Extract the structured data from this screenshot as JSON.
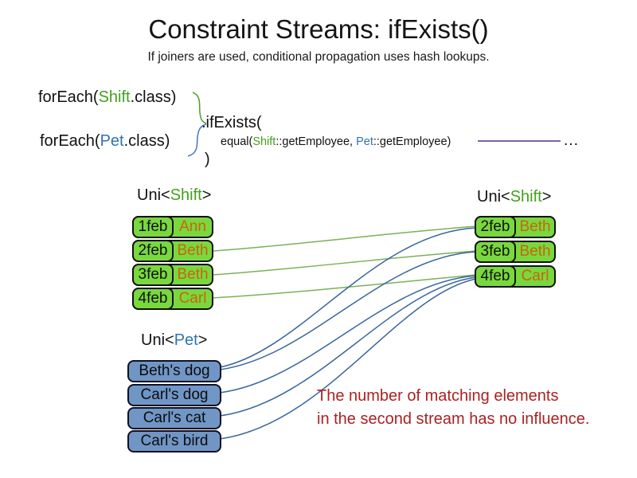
{
  "title": "Constraint Streams: ifExists()",
  "subtitle": "If joiners are used, conditional propagation uses hash lookups.",
  "code": {
    "foreach_shift": {
      "pre": "forEach(",
      "cls": "Shift",
      "post": ".class)"
    },
    "foreach_pet": {
      "pre": "forEach(",
      "cls": "Pet",
      "post": ".class)"
    },
    "if_exists": ".ifExists(",
    "equal": {
      "pre": "equal(",
      "shift_cls": "Shift",
      "mid": "::getEmployee, ",
      "pet_cls": "Pet",
      "post": "::getEmployee)"
    },
    "close_paren": ")",
    "ellipsis": "…"
  },
  "left_shift_table": {
    "label": {
      "pre": "Uni<",
      "cls": "Shift",
      "post": ">"
    },
    "rows": [
      {
        "date": "1feb",
        "name": "Ann"
      },
      {
        "date": "2feb",
        "name": "Beth"
      },
      {
        "date": "3feb",
        "name": "Beth"
      },
      {
        "date": "4feb",
        "name": "Carl"
      }
    ]
  },
  "right_shift_table": {
    "label": {
      "pre": "Uni<",
      "cls": "Shift",
      "post": ">"
    },
    "rows": [
      {
        "date": "2feb",
        "name": "Beth"
      },
      {
        "date": "3feb",
        "name": "Beth"
      },
      {
        "date": "4feb",
        "name": "Carl"
      }
    ]
  },
  "pet_list": {
    "label": {
      "pre": "Uni<",
      "cls": "Pet",
      "post": ">"
    },
    "items": [
      "Beth's dog",
      "Carl's dog",
      "Carl's cat",
      "Carl's bird"
    ]
  },
  "note": {
    "line1": "The number of matching elements",
    "line2": "in the second stream has no influence."
  },
  "colors": {
    "shift_box_green": "#79d83d",
    "shift_class_green": "#44a01c",
    "pet_class_blue": "#2e74b5",
    "pet_box_blue": "#7096c6",
    "employee_orange": "#c9650f",
    "note_red": "#aa2222",
    "match_line_green": "#7ab158",
    "match_line_blue": "#38659e",
    "continuation_purple": "#8064a2"
  }
}
